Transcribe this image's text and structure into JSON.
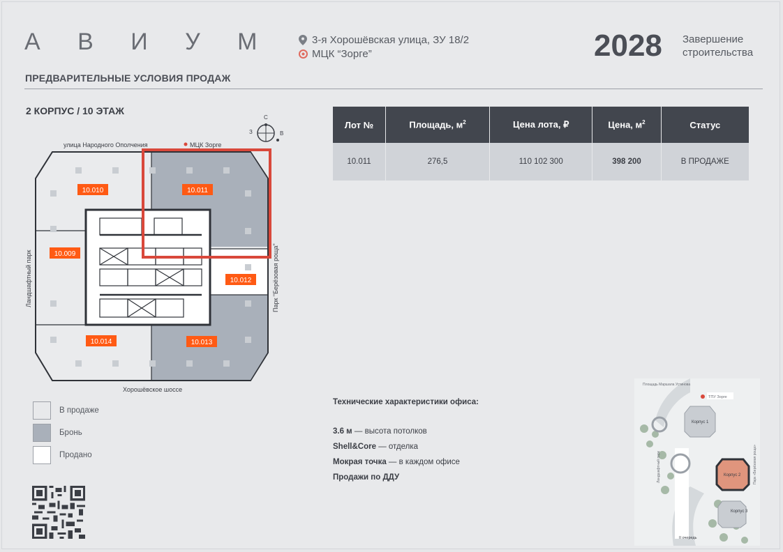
{
  "header": {
    "brand": "А В И У М",
    "address": "3-я Хорошёвская улица, ЗУ 18/2",
    "station": "МЦК “Зорге”",
    "year": "2028",
    "completion": "Завершение строительства",
    "subtitle": "ПРЕДВАРИТЕЛЬНЫЕ УСЛОВИЯ ПРОДАЖ"
  },
  "plan": {
    "title": "2 КОРПУС / 10 ЭТАЖ",
    "compass": {
      "north": "С",
      "west": "З",
      "east": "В"
    },
    "street_top": "улица Народного Ополчения",
    "metro_label": "МЦК Зорге",
    "street_bottom": "Хорошёвское шоссе",
    "park_left": "Ландшафтный парк",
    "park_right": "Парк \"Берёзовая роща\"",
    "units": [
      "10.010",
      "10.011",
      "10.009",
      "10.012",
      "10.014",
      "10.013"
    ],
    "colors": {
      "available": "#eaebed",
      "reserved": "#a9b0ba",
      "sold": "#ffffff",
      "tag": "#ff5a14",
      "highlight": "#d9483b"
    }
  },
  "table": {
    "headers": {
      "lot": "Лот №",
      "area": "Площадь, м",
      "price": "Цена лота, ₽",
      "price_m2": "Цена, м",
      "status": "Статус"
    },
    "rows": [
      {
        "lot": "10.011",
        "area": "276,5",
        "price": "110 102 300",
        "price_m2": "398 200",
        "status": "В ПРОДАЖЕ"
      }
    ]
  },
  "legend": [
    {
      "label": "В продаже",
      "color": "#e8e9eb"
    },
    {
      "label": "Бронь",
      "color": "#a9b0ba"
    },
    {
      "label": "Продано",
      "color": "#ffffff"
    }
  ],
  "tech": {
    "title": "Технические характеристики офиса:",
    "items": [
      {
        "bold": "3.6 м",
        "rest": " — высота потолков"
      },
      {
        "bold": "Shell&Core",
        "rest": " — отделка"
      },
      {
        "bold": "Мокрая точка",
        "rest": " — в каждом офисе"
      },
      {
        "bold": "Продажи по ДДУ",
        "rest": ""
      }
    ]
  },
  "sitemap": {
    "square": "Площадь Маршала Устинова",
    "ttu": "ТПУ Зорге",
    "k1": "Корпус 1",
    "k2": "Корпус 2",
    "k3": "Корпус 3",
    "park_left": "Ландшафтный парк",
    "park_right": "Парк «Берёзовая роща»",
    "stage": "II очередь"
  }
}
